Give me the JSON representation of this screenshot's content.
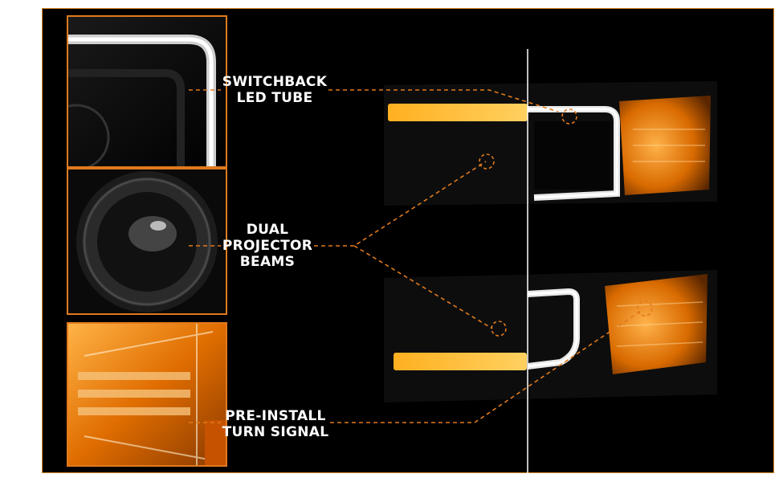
{
  "callouts": [
    {
      "id": "switchback",
      "lines": [
        "SWITCHBACK",
        "LED TUBE"
      ]
    },
    {
      "id": "projector",
      "lines": [
        "DUAL",
        "PROJECTOR",
        "BEAMS"
      ]
    },
    {
      "id": "turn-signal",
      "lines": [
        "PRE-INSTALL",
        "TURN SIGNAL"
      ]
    }
  ],
  "colors": {
    "accent": "#e07a1e",
    "amber": "#f59a1a",
    "led": "#ffffff",
    "background": "#000000"
  },
  "icons": [
    "led-tube-closeup-image",
    "projector-lens-closeup-image",
    "turn-signal-closeup-image",
    "headlight-upper-image",
    "headlight-lower-image"
  ]
}
